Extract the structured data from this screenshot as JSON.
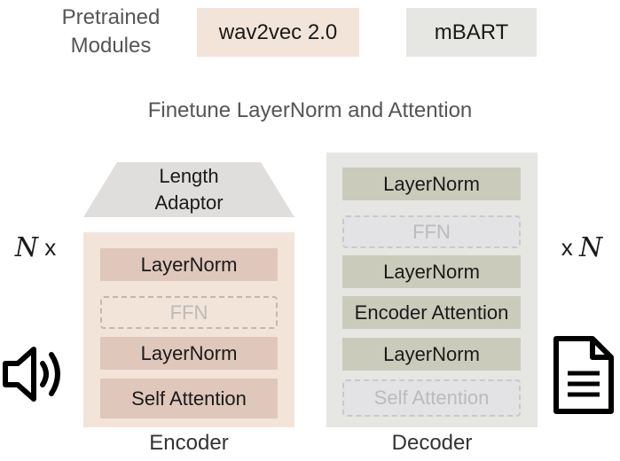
{
  "legend": {
    "label_line1": "Pretrained",
    "label_line2": "Modules",
    "wav2vec": "wav2vec 2.0",
    "mbart": "mBART"
  },
  "caption": "Finetune LayerNorm and Attention",
  "length_adaptor": {
    "line1": "Length",
    "line2": "Adaptor"
  },
  "encoder": {
    "label": "Encoder",
    "repeat": "x",
    "blocks": [
      "LayerNorm",
      "FFN",
      "LayerNorm",
      "Self Attention"
    ]
  },
  "decoder": {
    "label": "Decoder",
    "repeat": "x",
    "blocks": [
      "LayerNorm",
      "FFN",
      "LayerNorm",
      "Encoder Attention",
      "LayerNorm",
      "Self Attention"
    ]
  },
  "repeat_symbol": "N",
  "colors": {
    "wav2vec_bg": "#f3e4d9",
    "wav2vec_block": "#dfc7bb",
    "mbart_bg": "#e6e6e3",
    "mbart_block": "#cbcbbb"
  },
  "icons": {
    "input": "speaker-icon",
    "output": "document-icon"
  }
}
